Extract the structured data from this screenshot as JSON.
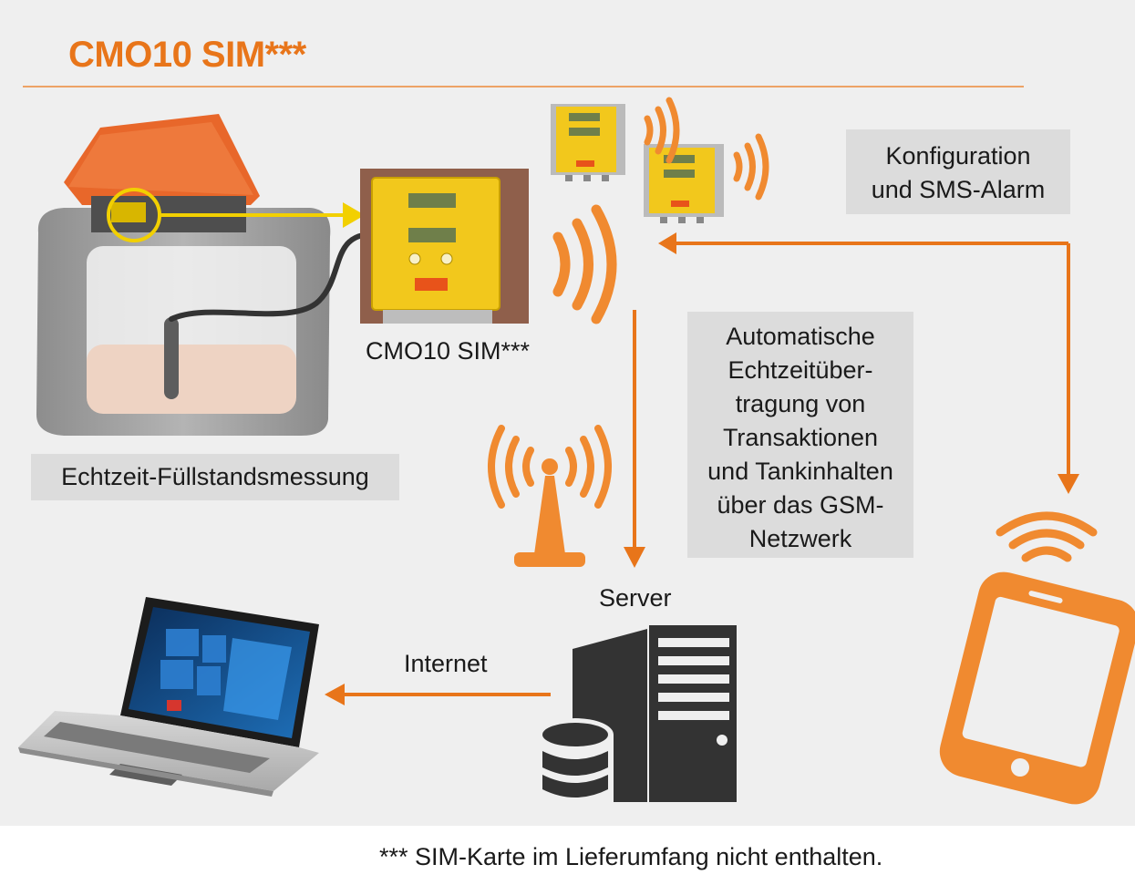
{
  "title": "CMO10 SIM***",
  "device_label": "CMO10 SIM***",
  "tank_label": "Echtzeit-Füllstandsmessung",
  "config_box": [
    "Konfiguration",
    "und SMS-Alarm"
  ],
  "transmission_box": [
    "Automatische",
    "Echtzeitüber-",
    "tragung von",
    "Transaktionen",
    "und Tankinhalten",
    "über das GSM-",
    "Netzwerk"
  ],
  "server_label": "Server",
  "internet_label": "Internet",
  "footnote": "*** SIM-Karte im Lieferumfang nicht enthalten.",
  "colors": {
    "accent": "#e8751a",
    "highlight": "#f2d000",
    "panel": "#efefef",
    "box": "#dcdcdc"
  }
}
